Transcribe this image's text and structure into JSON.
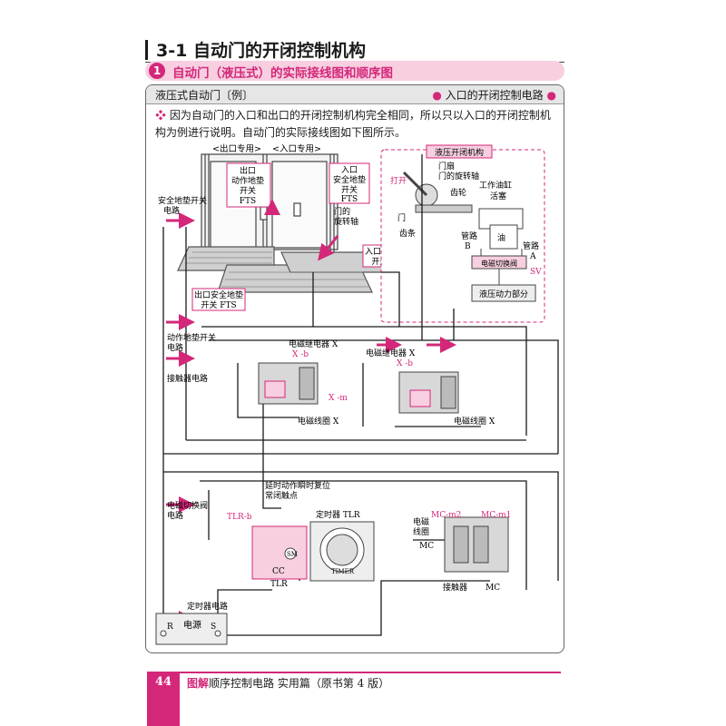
{
  "section": {
    "title": "3-1  自动门的开闭控制机构"
  },
  "subsection": {
    "number": "1",
    "title": "自动门（液压式）的实际接线图和顺序图"
  },
  "content_header": {
    "left": "液压式自动门〔例〕",
    "right": "入口的开闭控制电路"
  },
  "intro": {
    "bullet": "❖",
    "text": "因为自动门的入口和出口的开闭控制机构完全相同，所以只以入口的开闭控制机构为例进行说明。自动门的实际接线图如下图所示。"
  },
  "diagram": {
    "door_label_exit": "<出口专用>",
    "door_label_entry": "<入口专用>",
    "exit_switch_label": [
      "出口",
      "动作地垫",
      "开关",
      "FTS"
    ],
    "entry_safety_label": [
      "入口",
      "安全地垫",
      "开关",
      "FTS"
    ],
    "rotating_shaft_label": [
      "门的",
      "旋转轴"
    ],
    "safety_mat_circuit": [
      "安全地垫开关",
      "电路"
    ],
    "entry_action_mat": [
      "入口动作地垫",
      "开关 FTS"
    ],
    "exit_safety_mat": [
      "出口安全地垫",
      "开关 FTS"
    ],
    "hydraulic_title": "液压开闭机构",
    "hydraulic": {
      "open": "打开",
      "door_leaf": "门扇",
      "door_shaft": "门的旋转轴",
      "gear": "齿轮",
      "cylinder": "工作油缸",
      "piston": "活塞",
      "door": "门",
      "rack": "齿条",
      "oil": "油",
      "pipe_b": [
        "管路",
        "B"
      ],
      "pipe_a": [
        "管路",
        "A"
      ],
      "valve": "电磁切换阀",
      "sv": "SV",
      "power_unit": "液压动力部分"
    },
    "action_mat_circuit": [
      "动作地垫开关",
      "电路"
    ],
    "relay_x1": "电磁继电器 X",
    "relay_x2": "电磁继电器 X",
    "x1b": "X -b",
    "x2b": "X -b",
    "x1m": "X -m",
    "coil_x1": "电磁线圈 X",
    "coil_x2": "电磁线圈 X",
    "contactor_circuit": "接触器电路",
    "valve_circuit": [
      "电磁切换阀",
      "电路"
    ],
    "timer_contact": [
      "延时动作瞬时复位",
      "常闭触点"
    ],
    "tlr_b": "TLR-b",
    "timer_label": "定时器 TLR",
    "sm": "SM",
    "cc": "CC",
    "tlr": "TLR",
    "timer_face": "TIMER",
    "coil_label": [
      "电磁",
      "线圈"
    ],
    "mc": "MC",
    "mc_m2": "MC-m2",
    "mc_m1": "MC-m1",
    "contactor": "接触器",
    "mc_out": "MC",
    "timer_circuit": "定时器电路",
    "power": "电源",
    "r": "R",
    "s": "S"
  },
  "footer": {
    "page": "44",
    "title_pink": "图解",
    "title_rest": "顺序控制电路  实用篇（原书第 4 版）"
  },
  "colors": {
    "accent": "#d4277a",
    "accent_light": "#f7cfe0",
    "wire": "#1a1a1a"
  }
}
